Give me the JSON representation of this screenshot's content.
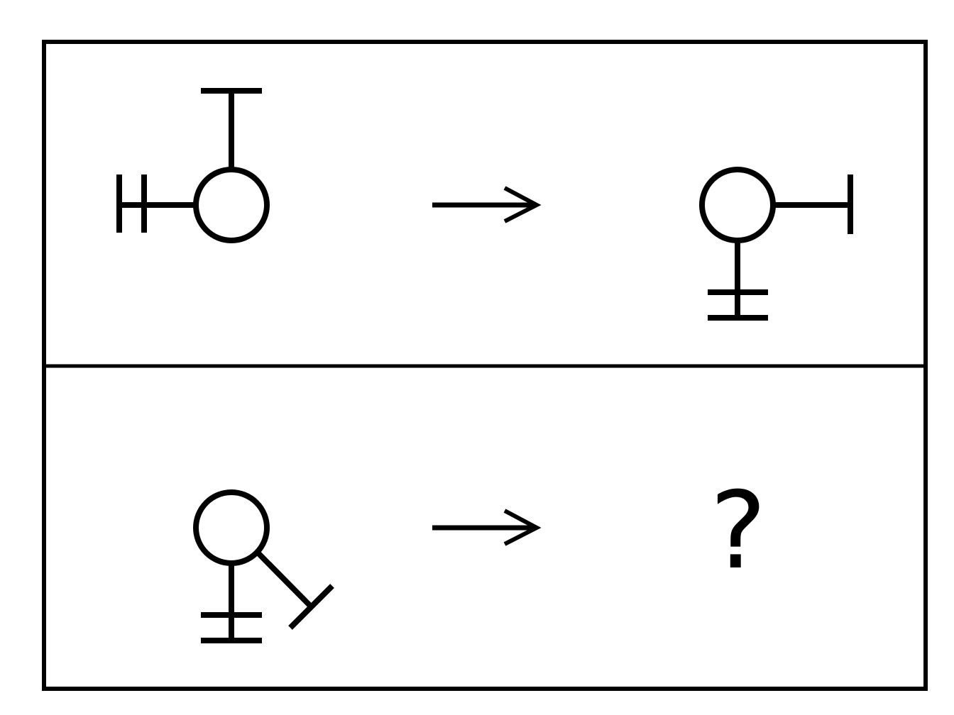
{
  "puzzle": {
    "question_mark": "?",
    "colors": {
      "ink": "#000000",
      "background": "#ffffff"
    },
    "rows": [
      {
        "before": "circle-symbol-top-single-bar-left-double-bar",
        "after": "circle-symbol-right-single-bar-bottom-double-bar"
      },
      {
        "before": "circle-symbol-bottom-double-bar-diagonal-single-bar",
        "after": "unknown"
      }
    ]
  }
}
